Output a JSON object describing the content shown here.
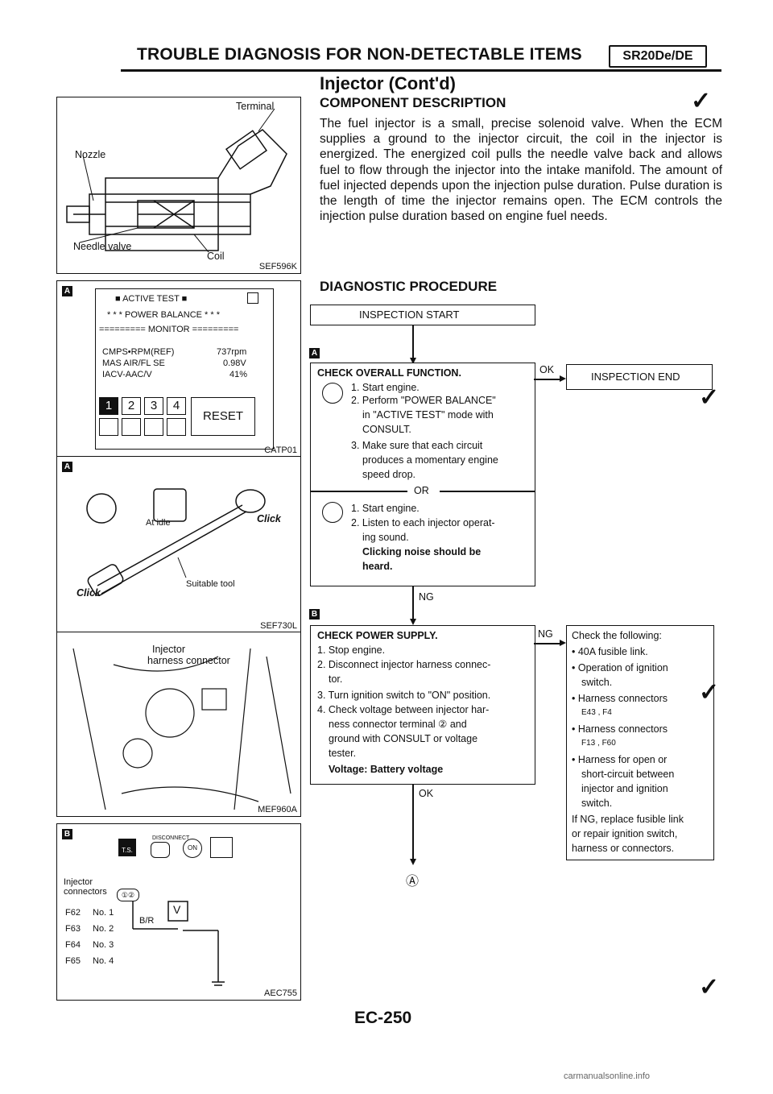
{
  "header": {
    "title": "TROUBLE DIAGNOSIS FOR NON-DETECTABLE ITEMS",
    "badge": "SR20De/DE"
  },
  "subtitle": "Injector (Cont'd)",
  "component": {
    "heading": "COMPONENT DESCRIPTION",
    "text": "The fuel injector is a small, precise solenoid valve. When the ECM supplies a ground to the injector circuit, the coil in the injector is energized. The energized coil pulls the needle valve back and allows fuel to flow through the injector into the intake manifold. The amount of fuel injected depends upon the injection pulse duration. Pulse duration is the length of time the injector remains open. The ECM controls the injection pulse duration based on engine fuel needs."
  },
  "fig1": {
    "terminal": "Terminal",
    "nozzle": "Nozzle",
    "needle": "Needle valve",
    "coil": "Coil",
    "code": "SEF596K"
  },
  "fig2": {
    "title": "■ ACTIVE TEST ■",
    "line2": "* * * POWER BALANCE * * *",
    "line3": "========= MONITOR =========",
    "rows": [
      {
        "label": "CMPS•RPM(REF)",
        "value": "737rpm"
      },
      {
        "label": "MAS AIR/FL SE",
        "value": "0.98V"
      },
      {
        "label": "IACV-AAC/V",
        "value": "41%"
      }
    ],
    "buttons": [
      "1",
      "2",
      "3",
      "4"
    ],
    "reset": "RESET",
    "code": "CATP01"
  },
  "fig3": {
    "idle": "At idle",
    "tool": "Suitable tool",
    "click": "Click",
    "code": "SEF730L"
  },
  "fig4": {
    "label1": "Injector",
    "label2": "harness connector",
    "code": "MEF960A"
  },
  "fig5": {
    "disconnect": "DISCONNECT",
    "ts": "T.S.",
    "on": "ON",
    "conn_label1": "Injector",
    "conn_label2": "connectors",
    "conns": [
      {
        "id": "F62",
        "no": "No. 1"
      },
      {
        "id": "F63",
        "no": "No. 2"
      },
      {
        "id": "F64",
        "no": "No. 3"
      },
      {
        "id": "F65",
        "no": "No. 4"
      }
    ],
    "wire": "B/R",
    "meter": "V",
    "code": "AEC755"
  },
  "diag": {
    "heading": "DIAGNOSTIC PROCEDURE",
    "start": "INSPECTION START",
    "mark_a": "A",
    "mark_b": "B",
    "check1": {
      "title": "CHECK OVERALL FUNCTION.",
      "steps": [
        "1. Start engine.",
        "2. Perform \"POWER BALANCE\"",
        "in \"ACTIVE TEST\" mode with",
        "CONSULT.",
        "3. Make sure that each circuit",
        "produces a momentary engine",
        "speed drop."
      ],
      "or": "OR",
      "steps2": [
        "1. Start engine.",
        "2. Listen to each injector operat-",
        "ing sound."
      ],
      "result": [
        "Clicking noise should be",
        "heard."
      ]
    },
    "ok1": "OK",
    "end": "INSPECTION END",
    "ng1": "NG",
    "check2": {
      "title": "CHECK POWER SUPPLY.",
      "steps": [
        "1. Stop engine.",
        "2. Disconnect injector harness connec-",
        "tor.",
        "3. Turn ignition switch to \"ON\" position.",
        "4. Check voltage between injector har-",
        "ness connector terminal ② and",
        "ground with CONSULT or voltage",
        "tester."
      ],
      "result": "Voltage: Battery voltage"
    },
    "ng2": "NG",
    "ok2": "OK",
    "checkfollow": {
      "title": "Check the following:",
      "items": [
        "• 40A fusible link.",
        "• Operation of ignition",
        "switch.",
        "• Harness connectors",
        "E43 , F4",
        "• Harness connectors",
        "F13 , F60",
        "• Harness for open or",
        "short-circuit between",
        "injector and ignition",
        "switch.",
        "If NG, replace fusible link",
        "or repair ignition switch,",
        "harness or connectors."
      ]
    },
    "next": "Ⓐ"
  },
  "page": "EC-250",
  "footer": "carmanualsonline.info"
}
